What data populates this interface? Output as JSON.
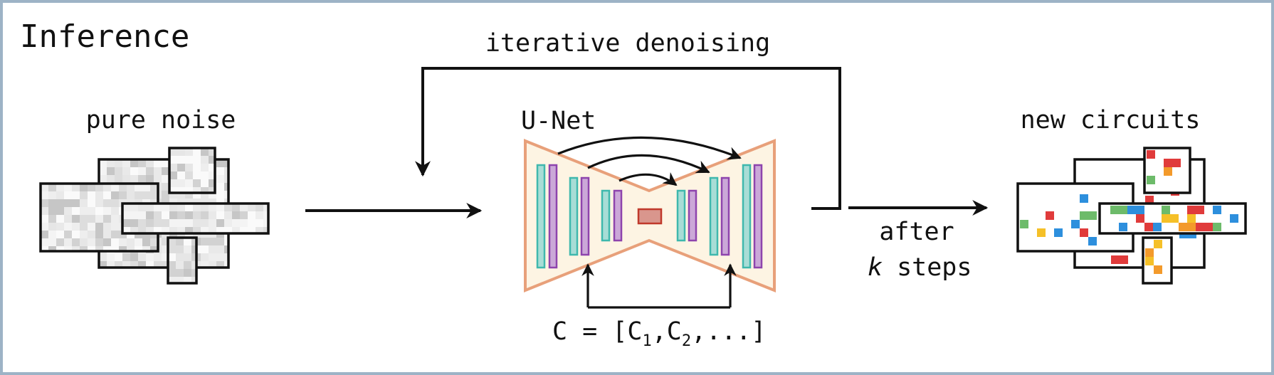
{
  "title": "Inference",
  "labels": {
    "pure_noise": "pure noise",
    "unet": "U-Net",
    "iterative_denoising": "iterative denoising",
    "new_circuits": "new circuits",
    "after": "after",
    "k": "k",
    "steps": "steps",
    "condition_prefix": "C = [C",
    "condition_sub1": "1",
    "condition_mid": ",C",
    "condition_sub2": "2",
    "condition_suffix": ",...]"
  },
  "colors": {
    "frame": "#9db3c6",
    "unet_fill": "#fdf4e3",
    "unet_stroke": "#e8a07a",
    "teal_fill": "#a8ddd6",
    "teal_stroke": "#3fb8ad",
    "purple_fill": "#cba8d8",
    "purple_stroke": "#8e44ad",
    "bottleneck_fill": "#d9968d",
    "bottleneck_stroke": "#c0392b",
    "gate_red": "#e03b3b",
    "gate_orange": "#f39a2b",
    "gate_yellow": "#f5c028",
    "gate_blue": "#2d8fdd",
    "gate_green": "#6dbb6a"
  }
}
